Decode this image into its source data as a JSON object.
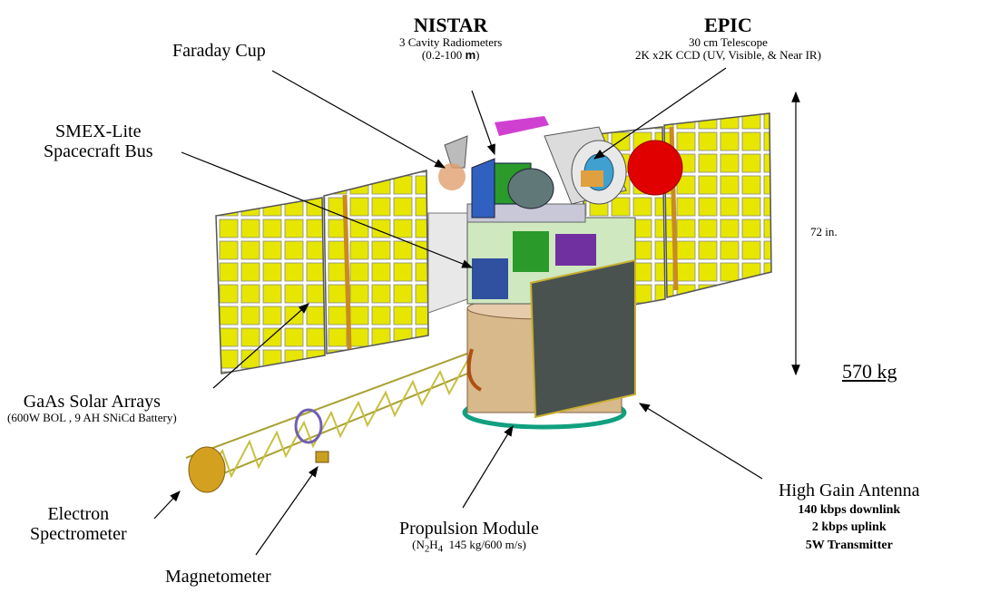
{
  "labels": {
    "nistar": {
      "title": "NISTAR",
      "line1": "3 Cavity Radiometers",
      "line2_pre": "(0.2-100 ",
      "line2_unit": "m",
      "line2_post": ")"
    },
    "epic": {
      "title": "EPIC",
      "line1": "30 cm Telescope",
      "line2": "2K x2K CCD (UV, Visible, & Near IR)"
    },
    "faraday_cup": "Faraday Cup",
    "smex": {
      "line1": "SMEX-Lite",
      "line2": "Spacecraft Bus"
    },
    "height": "72 in.",
    "mass": "570 kg",
    "solar_arrays": {
      "title": "GaAs Solar Arrays",
      "detail": "(600W BOL , 9 AH SNiCd Battery)"
    },
    "electron_spectrometer": {
      "line1": "Electron",
      "line2": "Spectrometer"
    },
    "magnetometer": "Magnetometer",
    "propulsion": {
      "title": "Propulsion Module",
      "detail_pre": "(N",
      "sub1": "2",
      "mid": "H",
      "sub2": "4",
      "detail_post": "  145 kg/600 m/s)"
    },
    "hga": {
      "title": "High Gain Antenna",
      "line1": "140 kbps downlink",
      "line2": "2 kbps uplink",
      "line3": "5W Transmitter"
    }
  },
  "colors": {
    "solar_cell": "#e6e600",
    "red_disk": "#e00000",
    "hga_panel": "#4a5250",
    "prop_module": "#d8b98c",
    "boom": "#c8c040"
  }
}
